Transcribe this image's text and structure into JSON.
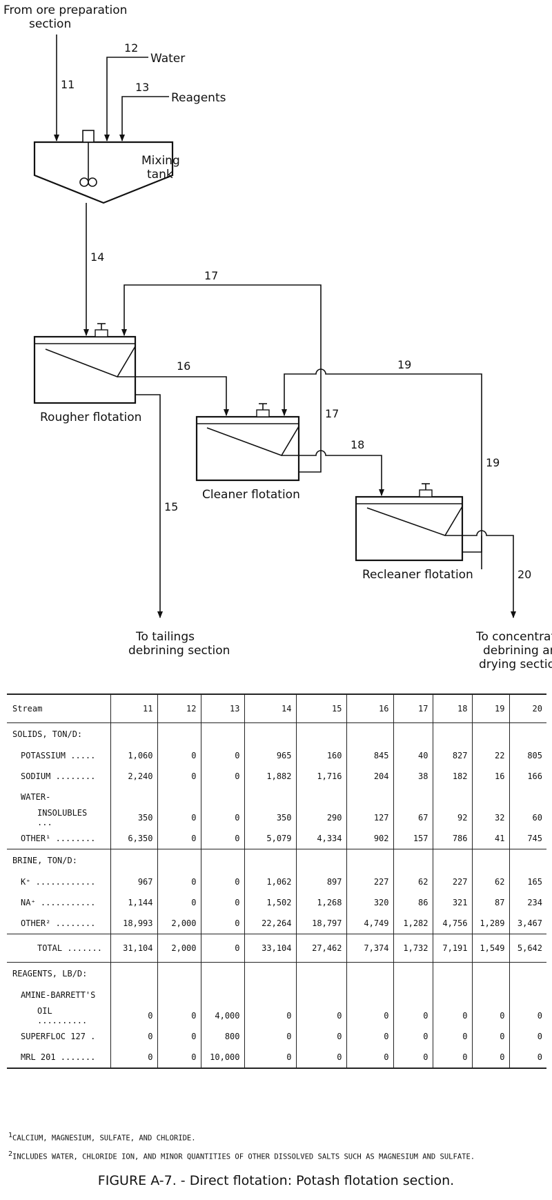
{
  "diagram": {
    "inputs": {
      "ore": [
        "From ore preparation",
        "section"
      ],
      "water": "Water",
      "reagents": "Reagents"
    },
    "units": {
      "mixing": [
        "Mixing",
        "tank"
      ],
      "rougher": "Rougher flotation",
      "cleaner": "Cleaner flotation",
      "recleaner": "Recleaner flotation"
    },
    "outputs": {
      "tailings": [
        "To tailings",
        "debrining section"
      ],
      "concentrate": [
        "To concentrate",
        "debrining and",
        "drying section"
      ]
    },
    "stream_numbers": {
      "s11": "11",
      "s12": "12",
      "s13": "13",
      "s14": "14",
      "s15": "15",
      "s16": "16",
      "s17a": "17",
      "s17b": "17",
      "s18": "18",
      "s19a": "19",
      "s19b": "19",
      "s20": "20"
    }
  },
  "table": {
    "header": [
      "Stream",
      "11",
      "12",
      "13",
      "14",
      "15",
      "16",
      "17",
      "18",
      "19",
      "20"
    ],
    "solids_title": "Solids, ton/d:",
    "solids": [
      {
        "label": "Potassium .....",
        "values": [
          "1,060",
          "0",
          "0",
          "965",
          "160",
          "845",
          "40",
          "827",
          "22",
          "805"
        ]
      },
      {
        "label": "Sodium ........",
        "values": [
          "2,240",
          "0",
          "0",
          "1,882",
          "1,716",
          "204",
          "38",
          "182",
          "16",
          "166"
        ]
      },
      {
        "label": "Water-",
        "values": [
          "",
          "",
          "",
          "",
          "",
          "",
          "",
          "",
          "",
          ""
        ]
      },
      {
        "label": "insolubles ...",
        "values": [
          "350",
          "0",
          "0",
          "350",
          "290",
          "127",
          "67",
          "92",
          "32",
          "60"
        ],
        "indent2": true
      },
      {
        "label": "Other¹ ........",
        "values": [
          "6,350",
          "0",
          "0",
          "5,079",
          "4,334",
          "902",
          "157",
          "786",
          "41",
          "745"
        ]
      }
    ],
    "brine_title": "Brine, ton/d:",
    "brine": [
      {
        "label": "K⁺ ............",
        "values": [
          "967",
          "0",
          "0",
          "1,062",
          "897",
          "227",
          "62",
          "227",
          "62",
          "165"
        ]
      },
      {
        "label": "Na⁺ ...........",
        "values": [
          "1,144",
          "0",
          "0",
          "1,502",
          "1,268",
          "320",
          "86",
          "321",
          "87",
          "234"
        ]
      },
      {
        "label": "Other² ........",
        "values": [
          "18,993",
          "2,000",
          "0",
          "22,264",
          "18,797",
          "4,749",
          "1,282",
          "4,756",
          "1,289",
          "3,467"
        ]
      }
    ],
    "total": {
      "label": "Total .......",
      "values": [
        "31,104",
        "2,000",
        "0",
        "33,104",
        "27,462",
        "7,374",
        "1,732",
        "7,191",
        "1,549",
        "5,642"
      ]
    },
    "reagents_title": "Reagents, lb/d:",
    "reagents": [
      {
        "label": "Amine-Barrett's",
        "values": [
          "",
          "",
          "",
          "",
          "",
          "",
          "",
          "",
          "",
          ""
        ]
      },
      {
        "label": "oil ..........",
        "values": [
          "0",
          "0",
          "4,000",
          "0",
          "0",
          "0",
          "0",
          "0",
          "0",
          "0"
        ],
        "indent2": true
      },
      {
        "label": "Superfloc 127 .",
        "values": [
          "0",
          "0",
          "800",
          "0",
          "0",
          "0",
          "0",
          "0",
          "0",
          "0"
        ]
      },
      {
        "label": "MRL 201 .......",
        "values": [
          "0",
          "0",
          "10,000",
          "0",
          "0",
          "0",
          "0",
          "0",
          "0",
          "0"
        ]
      }
    ]
  },
  "footnotes": {
    "f1_mark": "1",
    "f1": "Calcium, magnesium, sulfate, and chloride.",
    "f2_mark": "2",
    "f2": "Includes water, chloride ion, and minor quantities of other dissolved salts such as magnesium and sulfate."
  },
  "caption": "FIGURE A-7. - Direct flotation: Potash flotation section."
}
